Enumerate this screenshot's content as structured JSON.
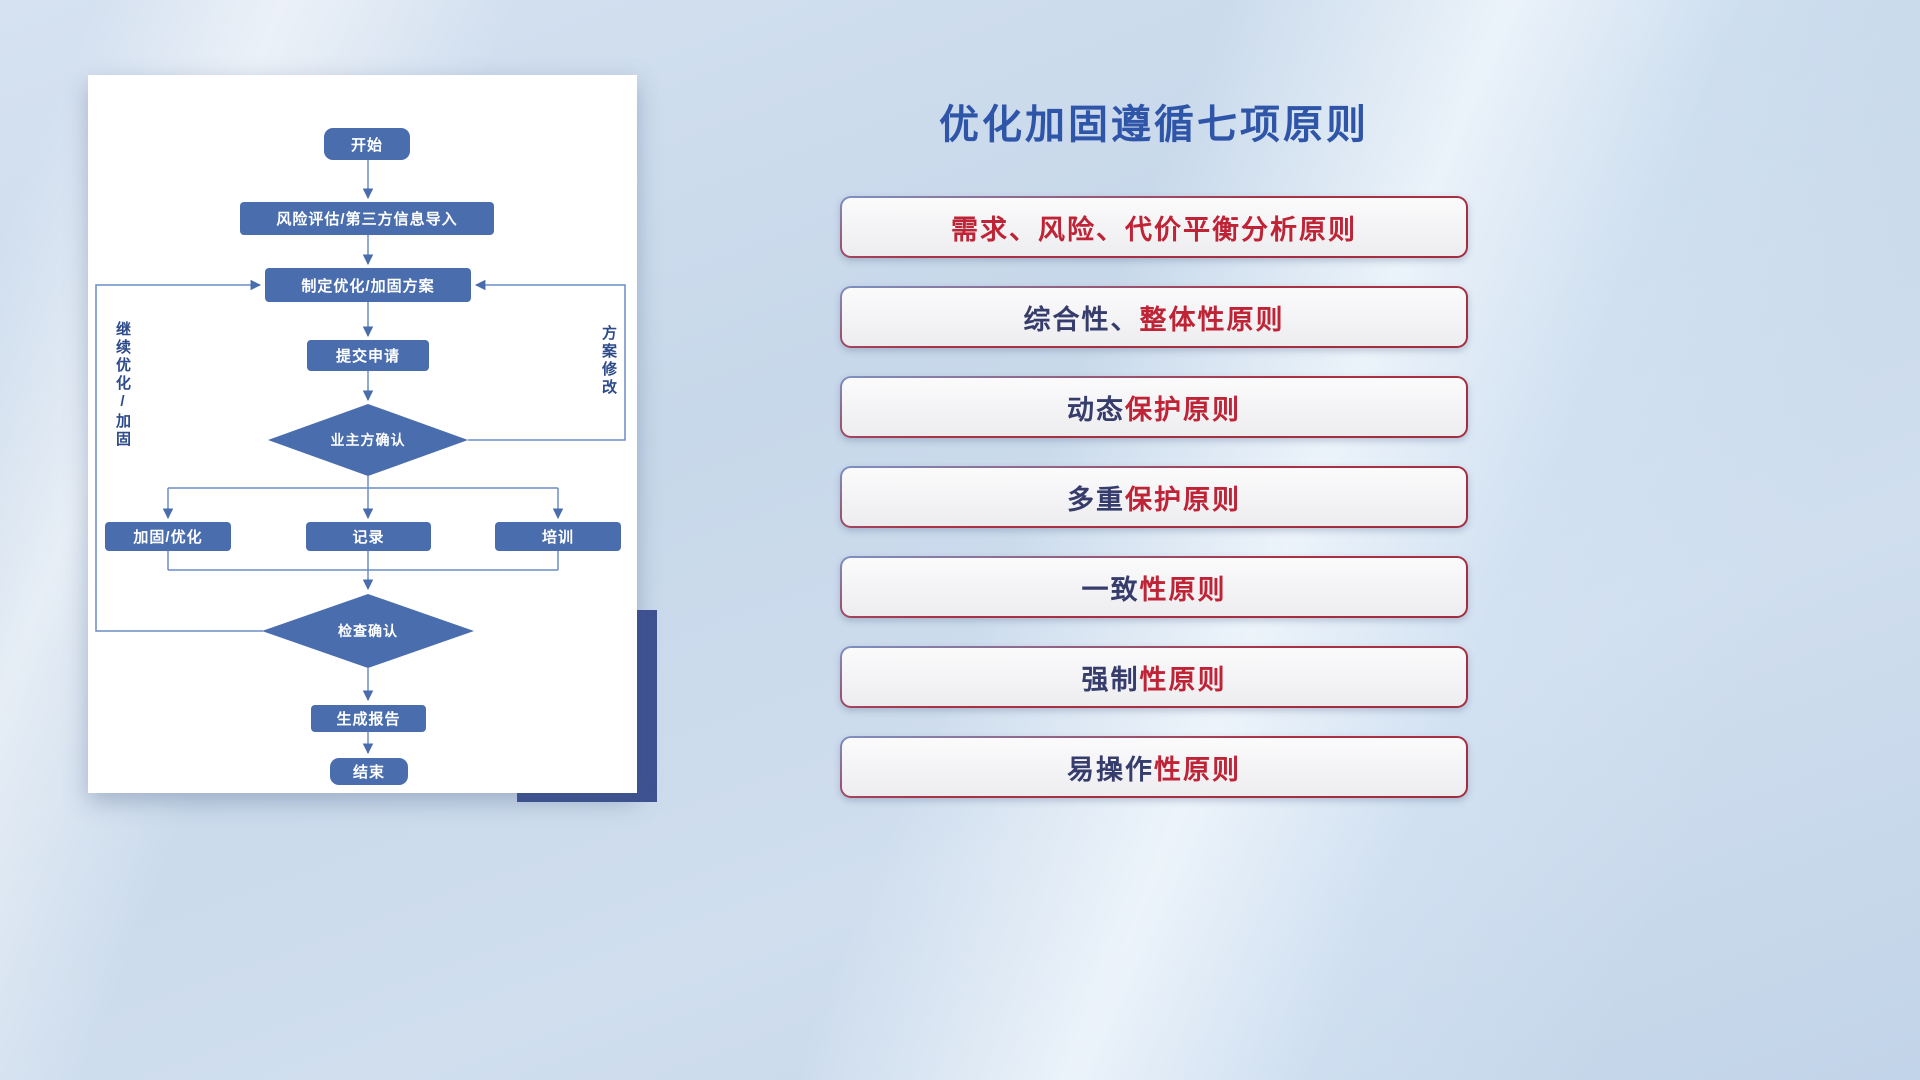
{
  "flowchart": {
    "nodes": {
      "start": "开始",
      "risk_import": "风险评估/第三方信息导入",
      "plan": "制定优化/加固方案",
      "submit": "提交申请",
      "owner_confirm": "业主方确认",
      "harden": "加固/优化",
      "record": "记录",
      "training": "培训",
      "check_confirm": "检查确认",
      "report": "生成报告",
      "end": "结束"
    },
    "side_labels": {
      "left": "继续优化/加固",
      "right": "方案修改"
    }
  },
  "panel": {
    "title": "优化加固遵循七项原则",
    "principles": [
      {
        "blue": "",
        "red": "需求、风险、代价平衡分析原则"
      },
      {
        "blue": "综合性、",
        "red": "整体性原则"
      },
      {
        "blue": "动态",
        "red": "保护原则"
      },
      {
        "blue": "多重",
        "red": "保护原则"
      },
      {
        "blue": "一致",
        "red": "性原则"
      },
      {
        "blue": "强制",
        "red": "性原则"
      },
      {
        "blue": "易操作",
        "red": "性原则"
      }
    ]
  },
  "colors": {
    "node_fill": "#4a6dae",
    "connector": "#6c8cc6",
    "title_blue": "#2f55a8",
    "principle_red": "#bf2336",
    "principle_blue": "#363c6b",
    "accent_block_navy": "#3e5192"
  }
}
